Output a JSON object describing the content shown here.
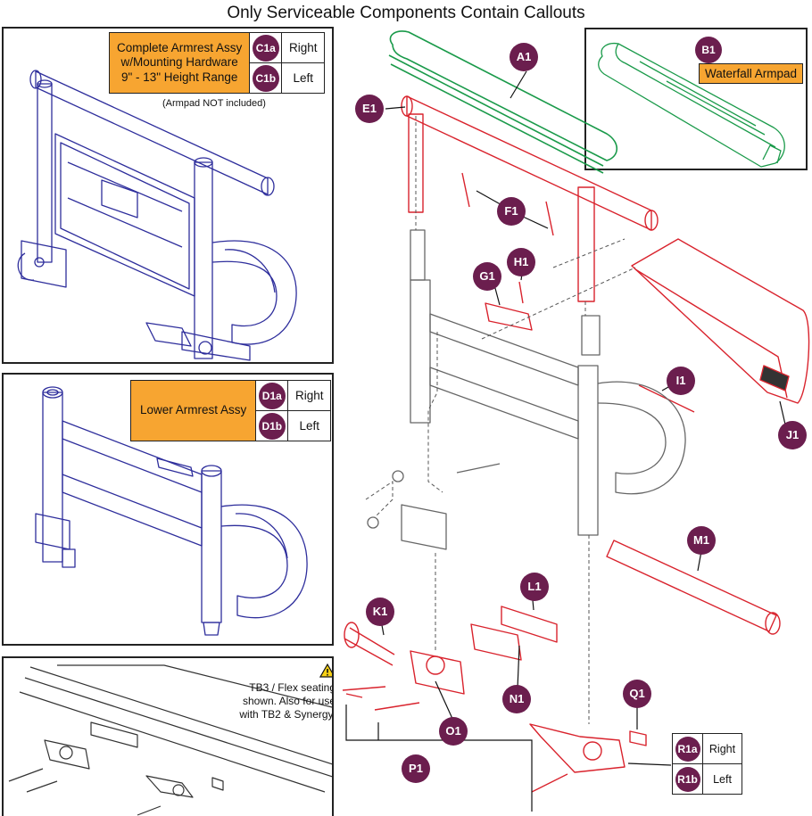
{
  "title": "Only Serviceable Components Contain Callouts",
  "c1": {
    "description": [
      "Complete Armrest Assy",
      "w/Mounting Hardware",
      "9\" - 13\" Height Range"
    ],
    "codes": [
      "C1a",
      "C1b"
    ],
    "sides": [
      "Right",
      "Left"
    ],
    "note": "(Armpad NOT included)"
  },
  "d1": {
    "description": "Lower Armrest Assy",
    "codes": [
      "D1a",
      "D1b"
    ],
    "sides": [
      "Right",
      "Left"
    ]
  },
  "b1": {
    "code": "B1",
    "name": "Waterfall Armpad"
  },
  "tb3": {
    "note": [
      "TB3 / Flex seating",
      "shown. Also for use",
      "with TB2 & Synergy."
    ],
    "icon": "warning-icon"
  },
  "r1": {
    "codes": [
      "R1a",
      "R1b"
    ],
    "sides": [
      "Right",
      "Left"
    ]
  },
  "callouts": [
    "A1",
    "E1",
    "F1",
    "H1",
    "G1",
    "I1",
    "J1",
    "M1",
    "L1",
    "K1",
    "N1",
    "O1",
    "Q1",
    "P1"
  ],
  "colors": {
    "callout": "#6b1e4e",
    "label_fill": "#f7a531",
    "assembly_line": "#2e2e9c",
    "part_red": "#d9232d",
    "part_green": "#1a9a4a"
  }
}
